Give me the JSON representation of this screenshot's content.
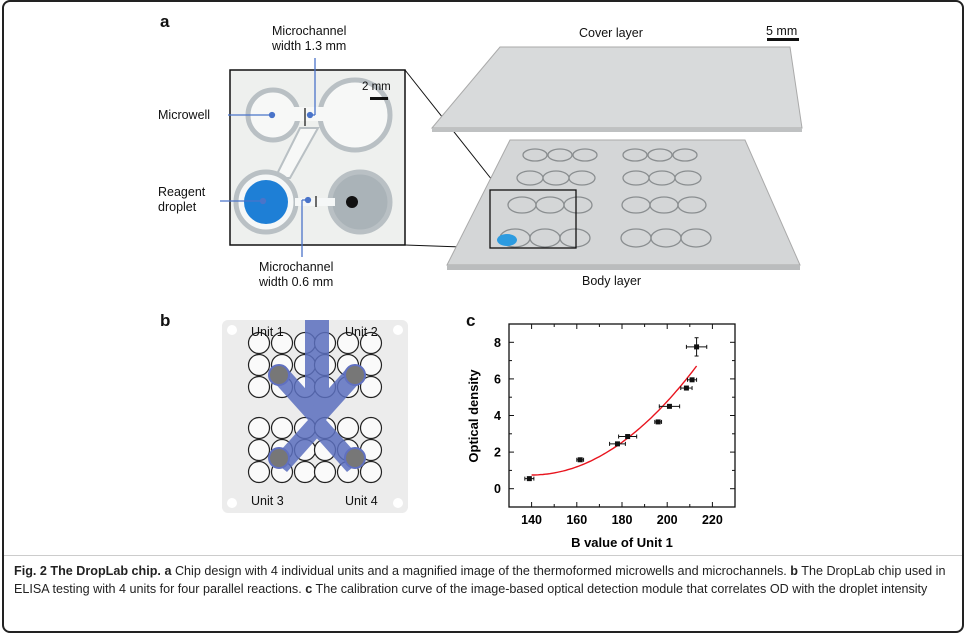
{
  "panels": {
    "a": "a",
    "b": "b",
    "c": "c"
  },
  "panel_a": {
    "microchannel_top": [
      "Microchannel",
      "width 1.3 mm"
    ],
    "microwell": "Microwell",
    "reagent": [
      "Reagent",
      "droplet"
    ],
    "microchannel_bottom": [
      "Microchannel",
      "width 0.6 mm"
    ],
    "scale_photo": "2 mm",
    "scale_chip": "5 mm",
    "cover_layer": "Cover layer",
    "body_layer": "Body layer"
  },
  "panel_b": {
    "units": [
      "Unit 1",
      "Unit 2",
      "Unit 3",
      "Unit 4"
    ]
  },
  "chart_data": {
    "type": "scatter",
    "title": "",
    "xlabel": "B value of Unit 1",
    "ylabel": "Optical density",
    "xlim": [
      130,
      230
    ],
    "ylim": [
      -1,
      9
    ],
    "xticks": [
      140,
      160,
      180,
      200,
      220
    ],
    "yticks": [
      0,
      2,
      4,
      6,
      8
    ],
    "points": [
      {
        "x": 139,
        "y": 0.55,
        "xerr": 2,
        "yerr": 0
      },
      {
        "x": 161.5,
        "y": 1.58,
        "xerr": 1.5,
        "yerr": 0
      },
      {
        "x": 178,
        "y": 2.45,
        "xerr": 3.5,
        "yerr": 0
      },
      {
        "x": 182.5,
        "y": 2.85,
        "xerr": 4,
        "yerr": 0
      },
      {
        "x": 196,
        "y": 3.65,
        "xerr": 1.5,
        "yerr": 0
      },
      {
        "x": 201,
        "y": 4.5,
        "xerr": 4.5,
        "yerr": 0
      },
      {
        "x": 208.5,
        "y": 5.5,
        "xerr": 2.5,
        "yerr": 0
      },
      {
        "x": 211,
        "y": 5.95,
        "xerr": 2,
        "yerr": 0
      },
      {
        "x": 213,
        "y": 7.75,
        "xerr": 4.5,
        "yerr": 0.5
      }
    ],
    "fit": {
      "type": "quadratic",
      "x0": 140,
      "y0": 0.75,
      "a": 0.001117,
      "xrange": [
        140,
        213
      ],
      "color": "#e8141e"
    }
  },
  "caption": {
    "fig": "Fig. 2 The DropLab chip.",
    "a_label": "a",
    "a_text": "Chip design with 4 individual units and a magnified image of the thermoformed microwells and microchannels.",
    "b_label": "b",
    "b_text": "The DropLab chip used in ELISA testing with 4 units for four parallel reactions.",
    "c_label": "c",
    "c_text": "The calibration curve of the image-based optical detection module that correlates OD with the droplet intensity"
  }
}
